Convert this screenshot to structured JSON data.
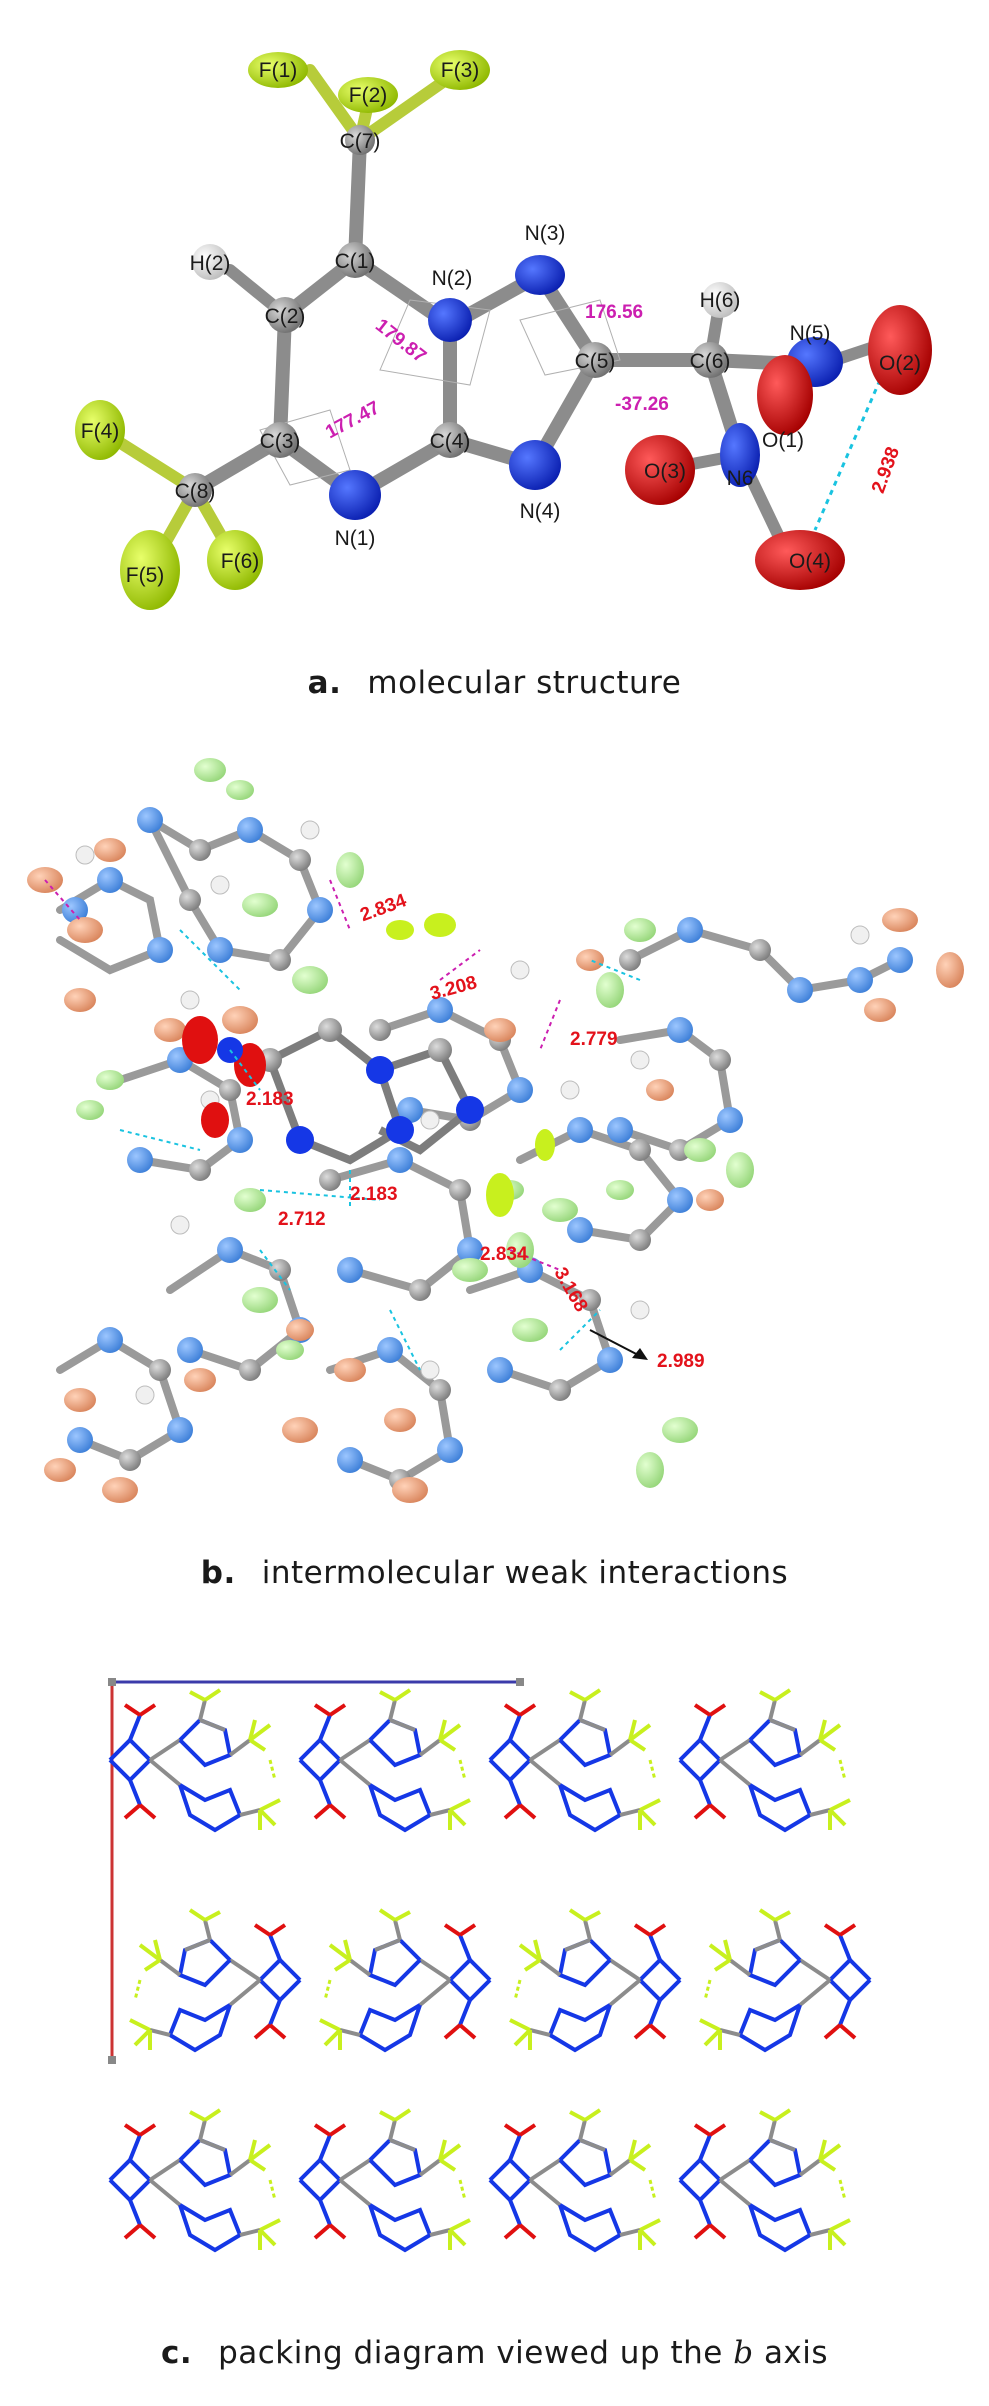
{
  "figure": {
    "panel_a": {
      "caption_letter": "a.",
      "caption_text": "molecular structure",
      "atoms": {
        "F1": "F(1)",
        "F2": "F(2)",
        "F3": "F(3)",
        "C7": "C(7)",
        "H2": "H(2)",
        "C2": "C(2)",
        "C1": "C(1)",
        "N2": "N(2)",
        "N3": "N(3)",
        "H6": "H(6)",
        "N5": "N(5)",
        "O2": "O(2)",
        "C5": "C(5)",
        "C6": "C(6)",
        "O1": "O(1)",
        "F4": "F(4)",
        "C3": "C(3)",
        "C4": "C(4)",
        "C8": "C(8)",
        "N1": "N(1)",
        "N4": "N(4)",
        "O3": "O(3)",
        "N6": "N6",
        "O4": "O(4)",
        "F5": "F(5)",
        "F6": "F(6)"
      },
      "measurements": {
        "angle_1": "176.56",
        "angle_2": "179.87",
        "angle_3": "177.47",
        "angle_4": "-37.26",
        "distance_1": "2.938"
      }
    },
    "panel_b": {
      "caption_letter": "b.",
      "caption_text": "intermolecular weak interactions",
      "distances": {
        "d1": "2.834",
        "d2": "3.208",
        "d3": "2.779",
        "d4": "2.183",
        "d5": "2.183",
        "d6": "2.712",
        "d7": "2.834",
        "d8": "3.168",
        "d9": "2.989"
      }
    },
    "panel_c": {
      "caption_letter": "c.",
      "caption_text_before": "packing diagram viewed up the",
      "caption_axis": "b",
      "caption_text_after": "axis"
    },
    "colors": {
      "carbon": "#8c8c8c",
      "nitrogen": "#1537e6",
      "oxygen": "#e01010",
      "fluorine": "#c8f01e",
      "hydrogen": "#f2f2f2",
      "label_magenta": "#cc1fb0",
      "label_red": "#e3121b",
      "contact_cyan": "#19c3e0",
      "b_nitrogen": "#5b9be6",
      "b_oxygen": "#eaa07a",
      "b_fluorine": "#b3e89a",
      "cell_a": "#3b3baa",
      "cell_c": "#cc3333"
    }
  }
}
